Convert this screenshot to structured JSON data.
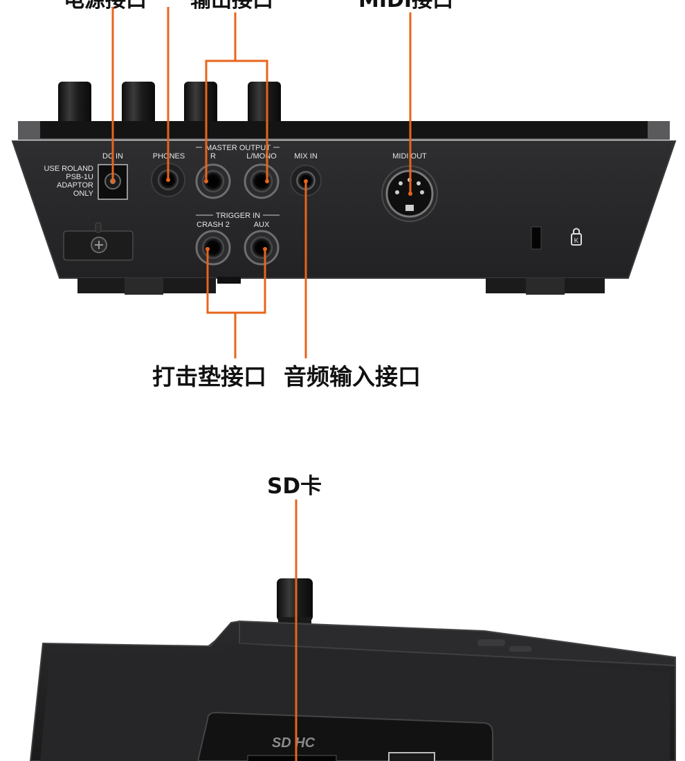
{
  "callouts": {
    "power": "电源接口",
    "output": "输出接口",
    "midi": "MIDI接口",
    "trigger": "打击垫接口",
    "mix_in": "音频输入接口",
    "sd": "SD卡"
  },
  "panel": {
    "dc_in": "DC IN",
    "adaptor_note": [
      "USE ROLAND",
      "PSB-1U",
      "ADAPTOR",
      "ONLY"
    ],
    "phones": "PHONES",
    "master_output": "MASTER OUTPUT",
    "out_r": "R",
    "out_l": "L/MONO",
    "mix_in": "MIX IN",
    "midi_out": "MIDI OUT",
    "trigger_in": "TRIGGER IN",
    "crash2": "CRASH 2",
    "aux": "AUX"
  },
  "side": {
    "sd_logo": "SD HC"
  },
  "colors": {
    "callout_line": "#E8641B",
    "device_body": "#2a2a2c",
    "panel_text": "#e6e6e6"
  }
}
